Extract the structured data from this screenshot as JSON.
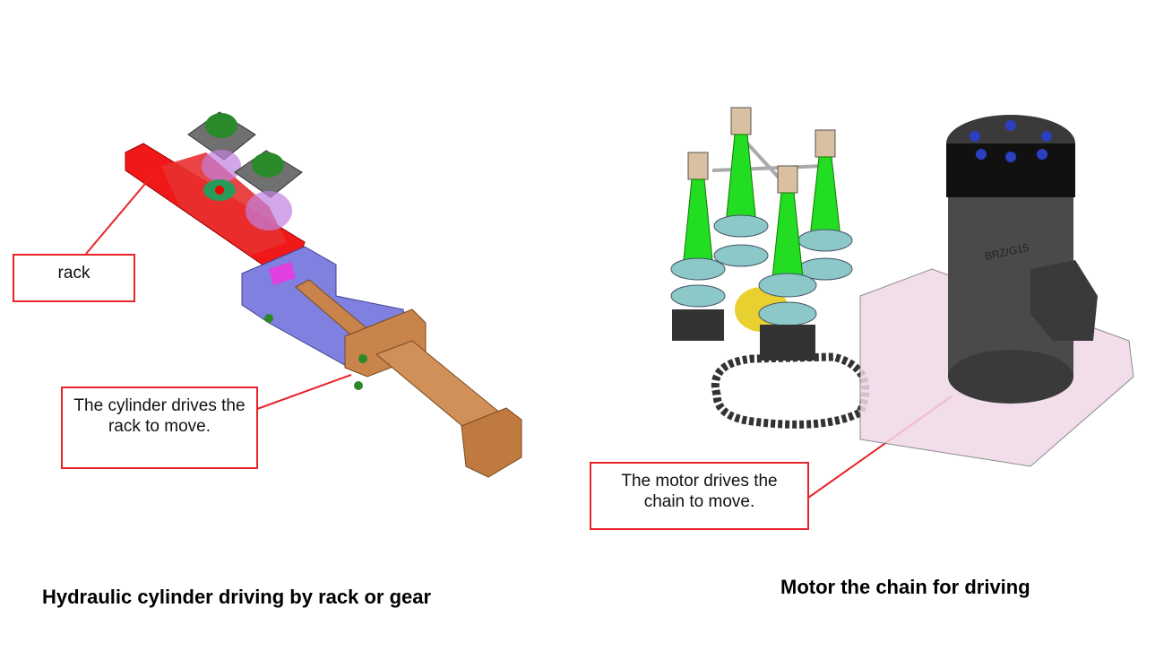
{
  "left_panel": {
    "callouts": {
      "rack": "rack",
      "cylinder": "The cylinder drives the rack to move."
    },
    "caption": "Hydraulic cylinder driving by rack or gear"
  },
  "right_panel": {
    "callouts": {
      "motor": "The motor drives the chain to move."
    },
    "caption": "Motor the chain for driving",
    "motor_label": "BRZ/G15"
  },
  "colors": {
    "callout_border": "#e8242a",
    "rack": "#f01818",
    "block": "#8080e0",
    "cylinder": "#c8844a",
    "spindle": "#22dd22",
    "gear": "#8cc8c8",
    "motor": "#3a3a3a"
  }
}
